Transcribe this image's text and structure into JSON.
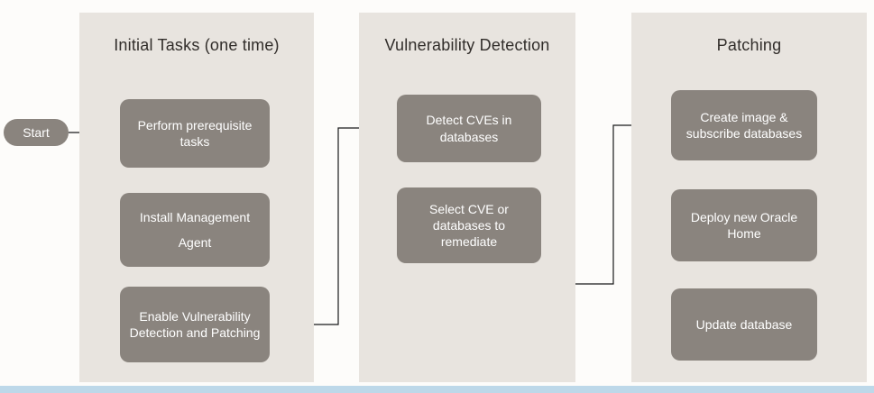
{
  "colors": {
    "page_bg": "#fdfcfa",
    "panel_bg": "#e8e4df",
    "node_bg": "#8a847e",
    "node_text": "#ffffff",
    "title_text": "#312d2a",
    "arrow": "#1a1a1a",
    "footer_bar": "#bdd8e9"
  },
  "start": {
    "label": "Start"
  },
  "panels": [
    {
      "title": "Initial Tasks (one time)",
      "boxes": [
        {
          "label": "Perform prerequisite tasks"
        },
        {
          "label": "Install Management Agent"
        },
        {
          "label": "Enable Vulnerability Detection and Patching"
        }
      ]
    },
    {
      "title": "Vulnerability Detection",
      "boxes": [
        {
          "label": "Detect CVEs in databases"
        },
        {
          "label": "Select CVE or databases to remediate"
        }
      ]
    },
    {
      "title": "Patching",
      "boxes": [
        {
          "label": "Create image  & subscribe databases"
        },
        {
          "label": "Deploy new Oracle Home"
        },
        {
          "label": "Update database"
        }
      ]
    }
  ]
}
